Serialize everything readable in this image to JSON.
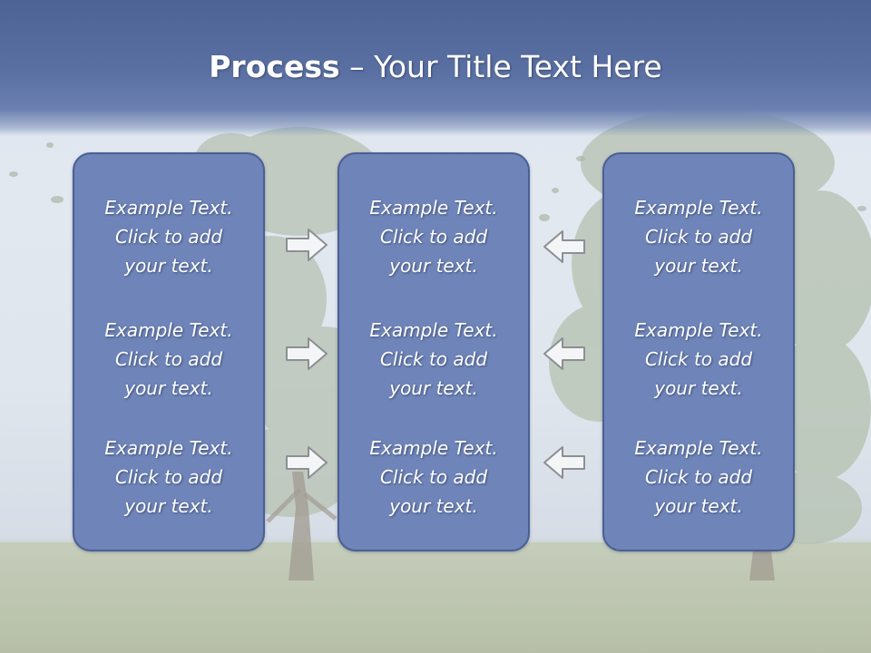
{
  "title": {
    "bold_part": "Process",
    "rest_part": " – Your Title Text Here"
  },
  "columns": [
    {
      "items": [
        [
          "Example Text.",
          "Click  to add",
          "your text."
        ],
        [
          "Example Text.",
          "Click  to add",
          "your text."
        ],
        [
          "Example Text.",
          "Click  to add",
          "your text."
        ]
      ]
    },
    {
      "items": [
        [
          "Example Text.",
          "Click  to add",
          "your text."
        ],
        [
          "Example Text.",
          "Click  to add",
          "your text."
        ],
        [
          "Example Text.",
          "Click  to add",
          "your text."
        ]
      ]
    },
    {
      "items": [
        [
          "Example Text.",
          "Click  to add",
          "your text."
        ],
        [
          "Example Text.",
          "Click  to add",
          "your text."
        ],
        [
          "Example Text.",
          "Click  to add",
          "your text."
        ]
      ]
    }
  ],
  "arrows": {
    "left_to_center": "arrow-right-icon",
    "right_to_center": "arrow-left-icon"
  },
  "colors": {
    "panel_fill": "#6f85b9",
    "panel_border": "#4a5f93",
    "header": "#5a70a3",
    "text": "#ffffff"
  }
}
